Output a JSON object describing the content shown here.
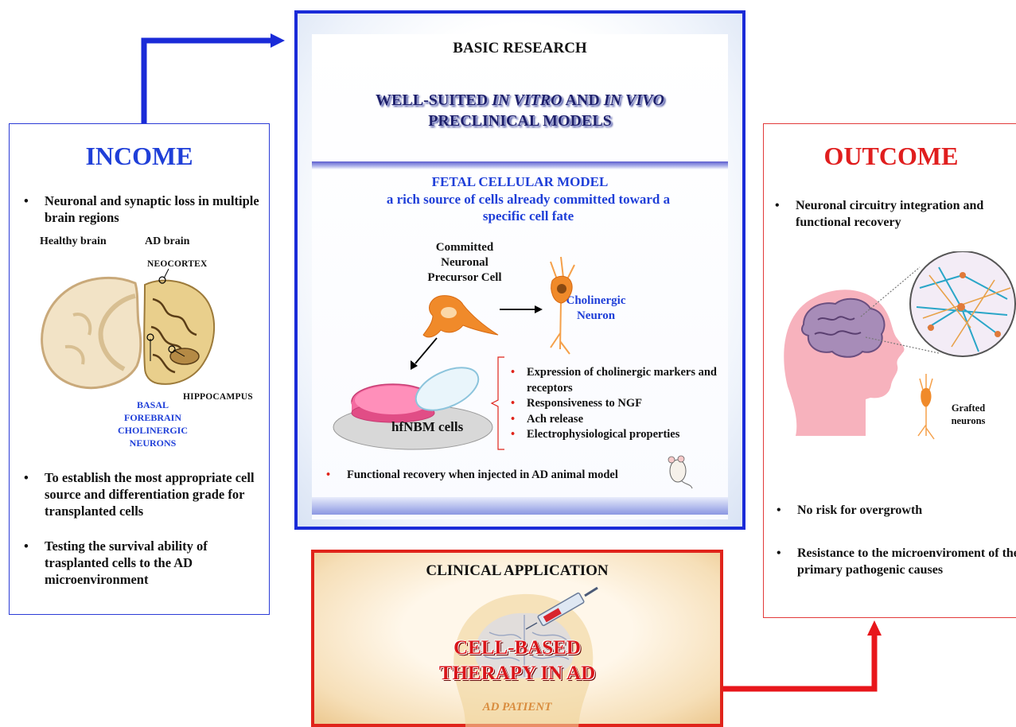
{
  "income": {
    "title": "INCOME",
    "bullet1": "Neuronal and synaptic loss in multiple brain regions",
    "healthy_label": "Healthy brain",
    "ad_label": "AD brain",
    "neocortex": "NEOCORTEX",
    "hippocampus": "HIPPOCAMPUS",
    "basal_forebrain": [
      "BASAL",
      "FOREBRAIN",
      "CHOLINERGIC",
      "NEURONS"
    ],
    "bullet2": "To establish the most appropriate cell source and differentiation grade for transplanted cells",
    "bullet3": "Testing the survival ability of trasplanted cells to the AD microenvironment"
  },
  "basic_research": {
    "title": "BASIC RESEARCH",
    "subtitle_line1_a": "WELL-SUITED ",
    "subtitle_line1_b": "IN VITRO",
    "subtitle_line1_c": " AND ",
    "subtitle_line1_d": "IN VIVO",
    "subtitle_line2": "PRECLINICAL MODELS",
    "fetal_title": "FETAL CELLULAR MODEL",
    "fetal_desc": "a rich source of cells already committed toward a specific cell fate",
    "precursor_label": [
      "Committed",
      "Neuronal",
      "Precursor Cell"
    ],
    "cholinergic_label": [
      "Cholinergic",
      "Neuron"
    ],
    "dish_label": "hfNBM cells",
    "properties": [
      "Expression of cholinergic markers and receptors",
      "Responsiveness to NGF",
      "Ach release",
      "Electrophysiological properties"
    ],
    "functional": "Functional recovery when injected in AD animal model"
  },
  "outcome": {
    "title": "OUTCOME",
    "bullet1": "Neuronal circuitry integration and functional recovery",
    "grafted_label": [
      "Grafted",
      "neurons"
    ],
    "bullet2": "No risk for overgrowth",
    "bullet3": "Resistance to the microenviroment of the primary pathogenic causes"
  },
  "clinical": {
    "title": "CLINICAL APPLICATION",
    "therapy_line1": "CELL-BASED",
    "therapy_line2": "THERAPY IN AD",
    "patient": "AD PATIENT"
  },
  "colors": {
    "income_blue": "#1f3fd8",
    "outcome_red": "#e01e1e",
    "arrow_blue": "#1a2bd8",
    "arrow_red": "#e8161b"
  }
}
